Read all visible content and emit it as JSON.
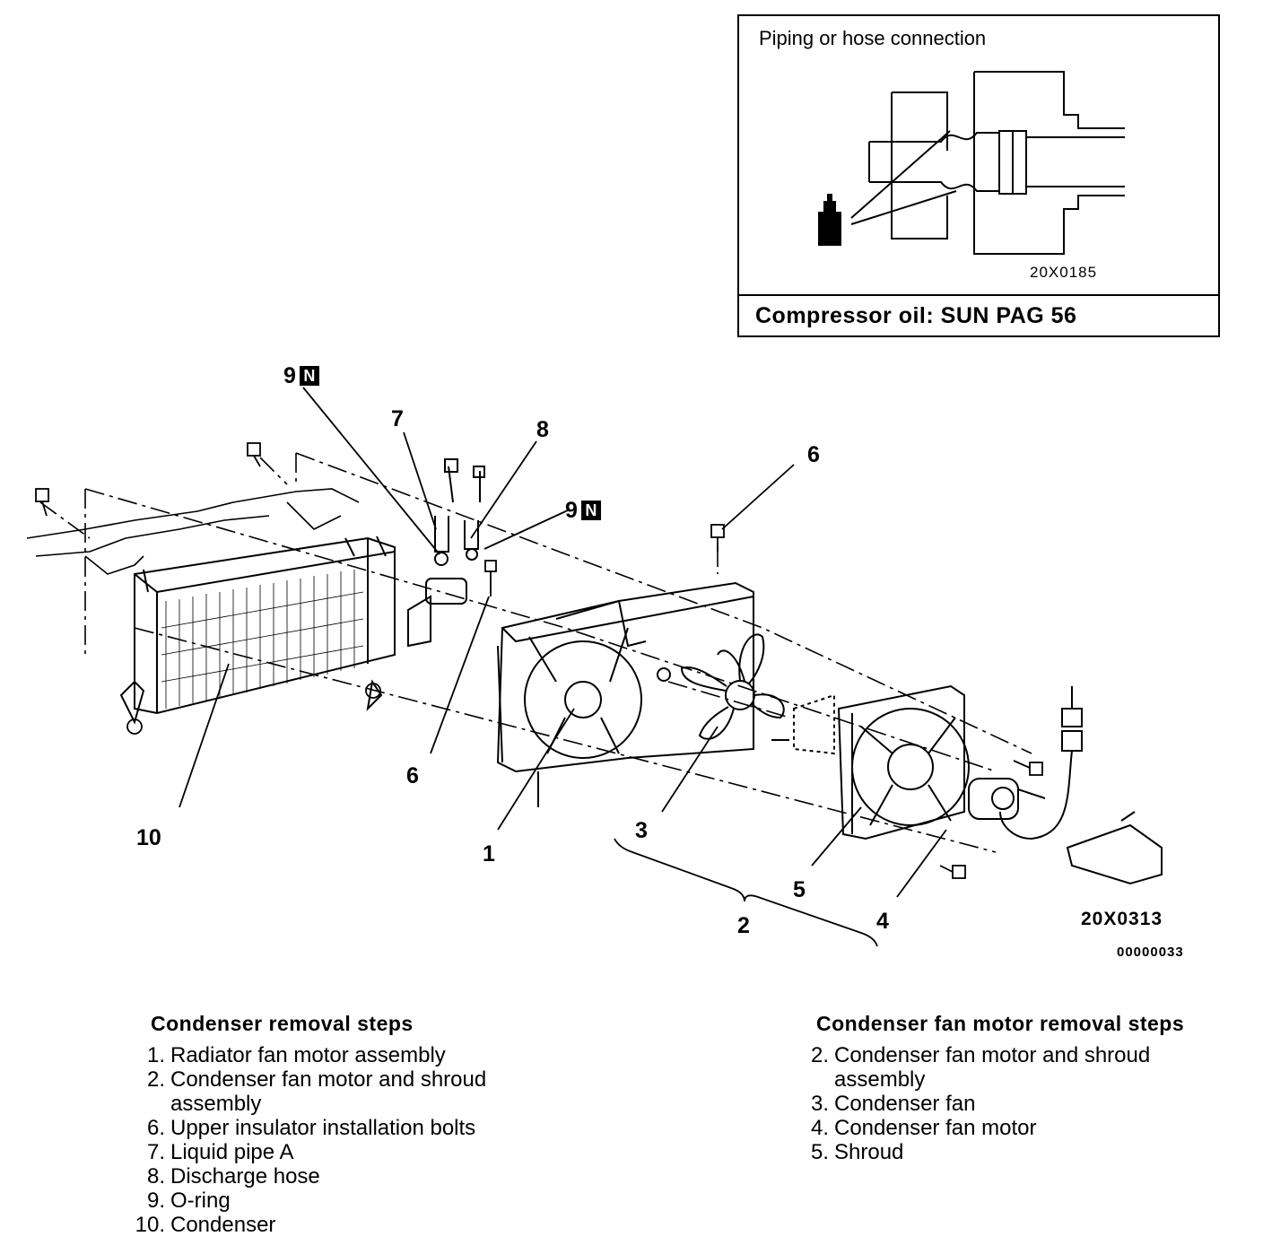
{
  "inset": {
    "title": "Piping or hose connection",
    "figure_code": "20X0185",
    "footer": "Compressor oil: SUN PAG 56"
  },
  "callouts": {
    "c9_top": "9",
    "c9_top_badge": "N",
    "c7": "7",
    "c8": "8",
    "c9_right": "9",
    "c9_right_badge": "N",
    "c6_right": "6",
    "c6_left": "6",
    "c10": "10",
    "c1": "1",
    "c3": "3",
    "c2": "2",
    "c5": "5",
    "c4": "4"
  },
  "figure_code": "20X0313",
  "page_code": "00000033",
  "condenser_steps": {
    "heading": "Condenser removal steps",
    "items": [
      {
        "num": "1.",
        "text": "Radiator fan motor assembly"
      },
      {
        "num": "2.",
        "text": "Condenser fan motor and shroud assembly"
      },
      {
        "num": "6.",
        "text": "Upper insulator installation bolts"
      },
      {
        "num": "7.",
        "text": "Liquid pipe A"
      },
      {
        "num": "8.",
        "text": "Discharge hose"
      },
      {
        "num": "9.",
        "text": "O-ring"
      },
      {
        "num": "10.",
        "text": "Condenser"
      }
    ]
  },
  "fan_motor_steps": {
    "heading": "Condenser fan motor removal steps",
    "items": [
      {
        "num": "2.",
        "text": "Condenser fan motor and shroud assembly"
      },
      {
        "num": "3.",
        "text": "Condenser fan"
      },
      {
        "num": "4.",
        "text": "Condenser fan motor"
      },
      {
        "num": "5.",
        "text": "Shroud"
      }
    ]
  }
}
